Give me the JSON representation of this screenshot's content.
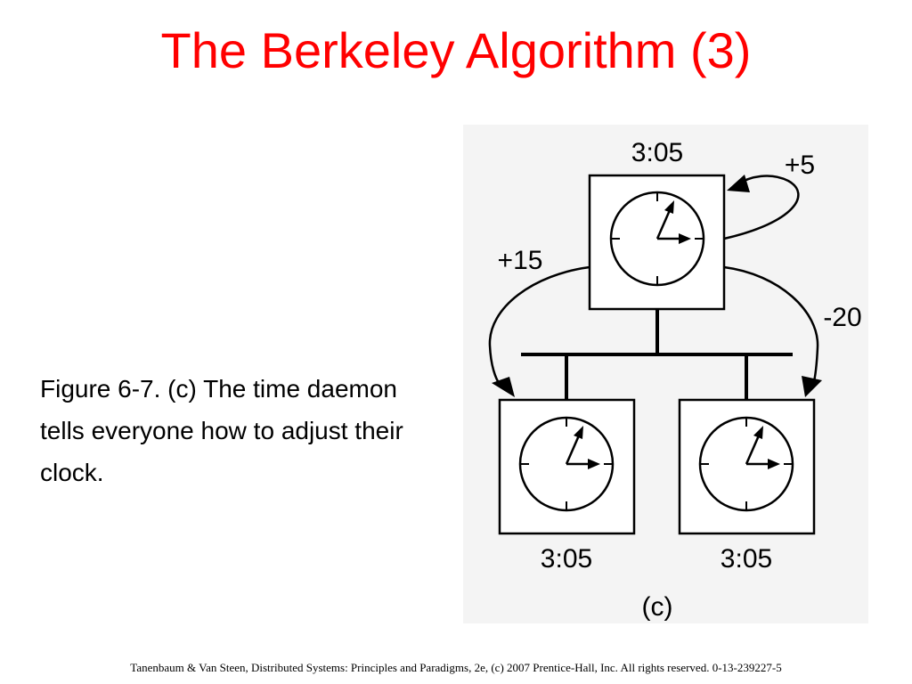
{
  "slide": {
    "title": "The Berkeley Algorithm (3)",
    "caption": "Figure 6-7. (c) The time daemon tells everyone how to adjust their clock.",
    "footer": "Tanenbaum & Van Steen, Distributed Systems: Principles and Paradigms, 2e, (c) 2007 Prentice-Hall, Inc. All rights reserved. 0-13-239227-5"
  },
  "diagram": {
    "daemon": {
      "time": "3:05",
      "self_adjustment": "+5"
    },
    "left_machine": {
      "time": "3:05",
      "adjustment": "+15"
    },
    "right_machine": {
      "time": "3:05",
      "adjustment": "-20"
    },
    "panel_label": "(c)"
  },
  "colors": {
    "title": "#ff0000",
    "text": "#000000",
    "figure_bg": "#f4f4f4"
  }
}
